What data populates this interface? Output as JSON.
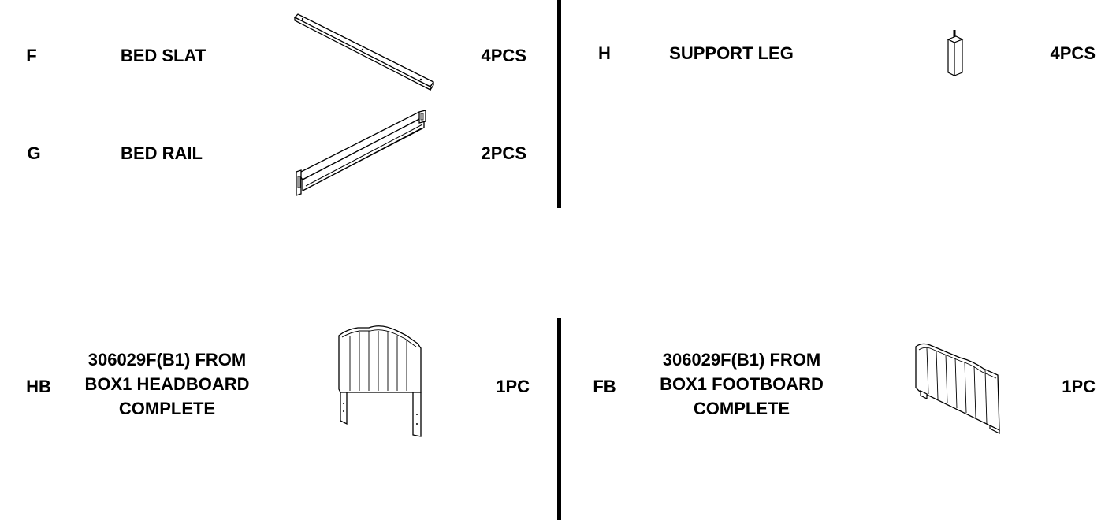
{
  "parts": {
    "f": {
      "code": "F",
      "name": "BED SLAT",
      "qty": "4PCS",
      "icon": "bed-slat-icon"
    },
    "g": {
      "code": "G",
      "name": "BED RAIL",
      "qty": "2PCS",
      "icon": "bed-rail-icon"
    },
    "h": {
      "code": "H",
      "name": "SUPPORT LEG",
      "qty": "4PCS",
      "icon": "support-leg-icon"
    },
    "hb": {
      "code": "HB",
      "name_lines": [
        "306029F(B1) FROM",
        "BOX1 HEADBOARD",
        "COMPLETE"
      ],
      "qty": "1PC",
      "icon": "headboard-icon"
    },
    "fb": {
      "code": "FB",
      "name_lines": [
        "306029F(B1) FROM",
        "BOX1 FOOTBOARD",
        "COMPLETE"
      ],
      "qty": "1PC",
      "icon": "footboard-icon"
    }
  },
  "colors": {
    "ink": "#000000",
    "background": "#ffffff"
  }
}
